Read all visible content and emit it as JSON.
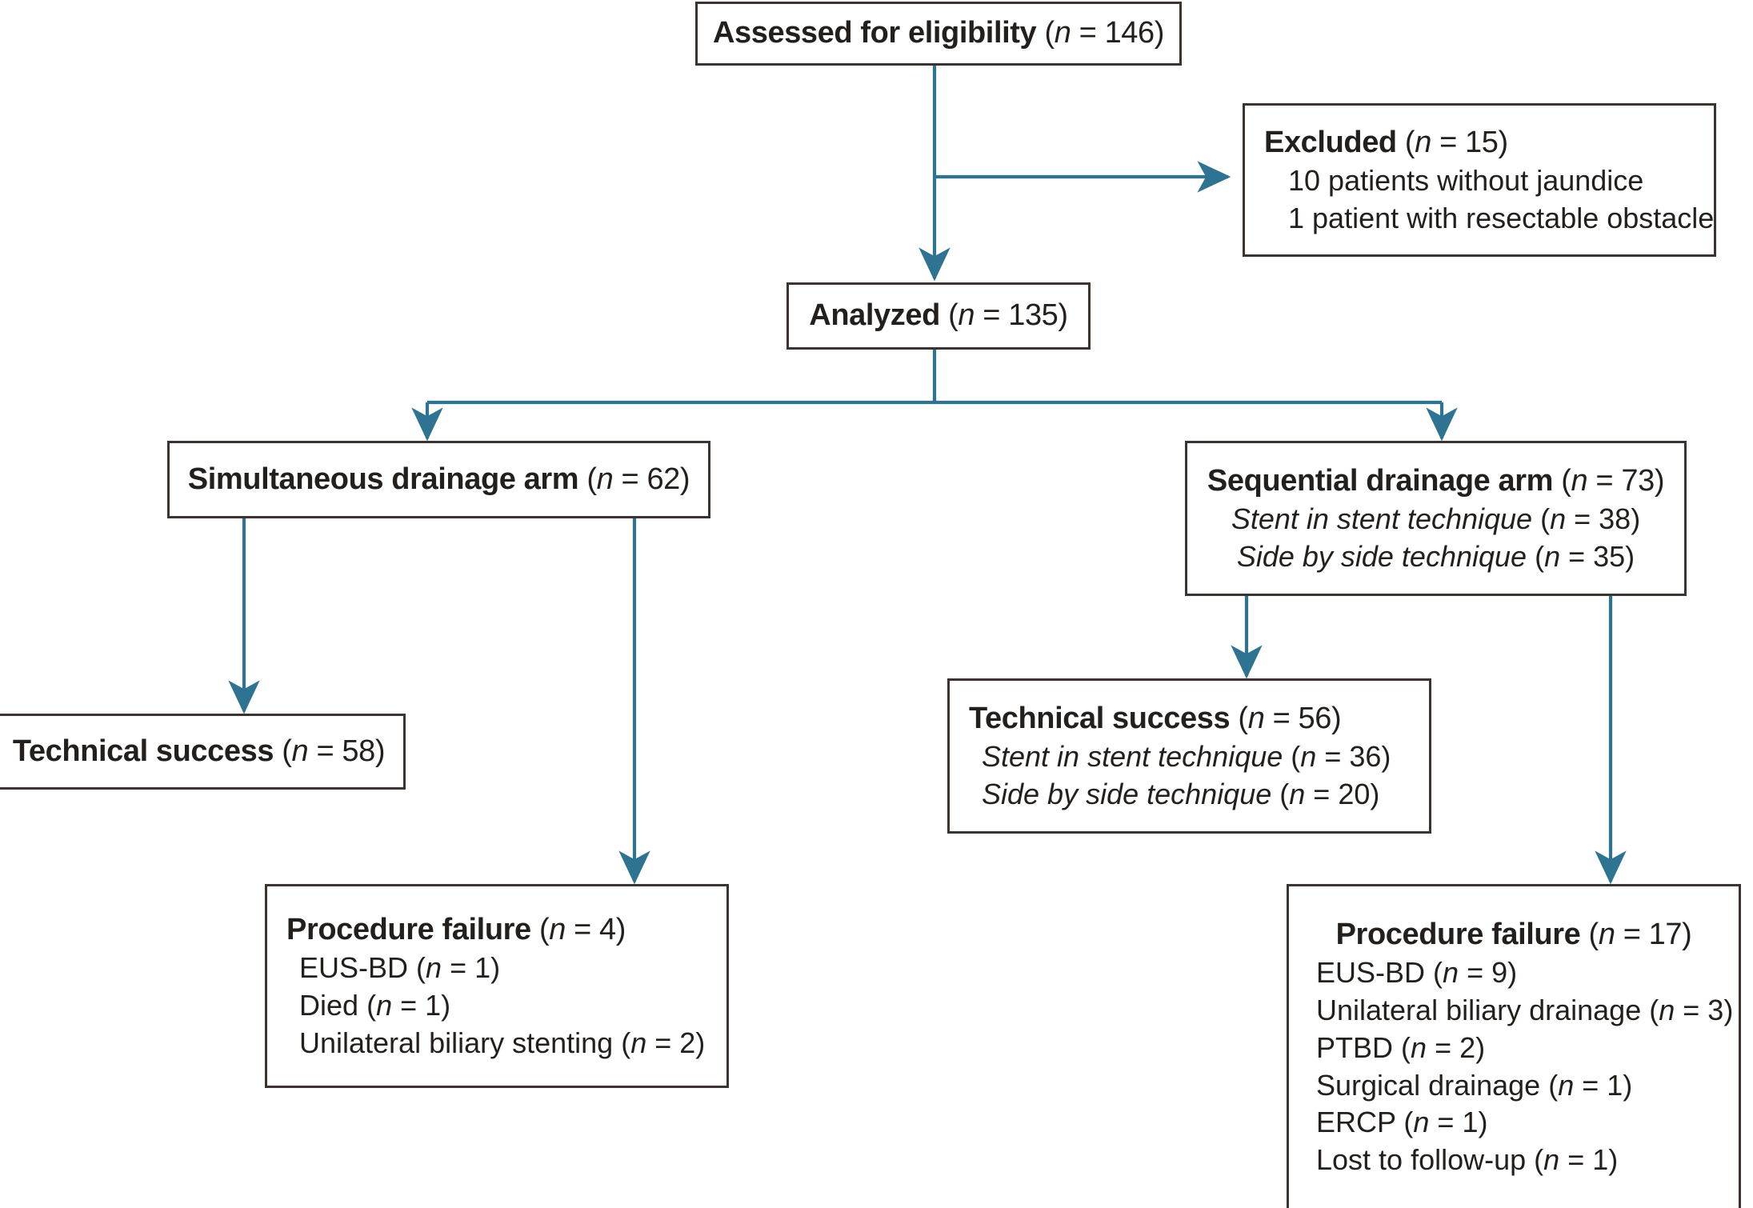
{
  "diagram": {
    "type": "consort-flow-diagram",
    "connector_color": "#2e7391",
    "box_border_color": "#3a3330",
    "text_color": "#231f1c",
    "n_symbol": "n"
  },
  "nodes": {
    "assessed": {
      "title_bold": "Assessed for eligibility",
      "title_n": "(n = 146)"
    },
    "excluded": {
      "title_bold": "Excluded",
      "title_n": "(n = 15)",
      "items": [
        "10 patients without jaundice",
        "1 patient with resectable obstacle"
      ]
    },
    "analyzed": {
      "title_bold": "Analyzed",
      "title_n": "(n = 135)"
    },
    "simultaneous_arm": {
      "title_bold": "Simultaneous drainage arm",
      "title_n": "(n = 62)"
    },
    "sequential_arm": {
      "title_bold": "Sequential drainage arm",
      "title_n": "(n = 73)",
      "items": [
        {
          "label": "Stent in stent technique",
          "n": "(n = 38)"
        },
        {
          "label": "Side by side technique",
          "n": "(n = 35)"
        }
      ]
    },
    "technical_success_left": {
      "title_bold": "Technical success",
      "title_n": "(n = 58)"
    },
    "technical_success_right": {
      "title_bold": "Technical success",
      "title_n": "(n = 56)",
      "items": [
        {
          "label": "Stent in stent technique",
          "n": "(n = 36)"
        },
        {
          "label": "Side by side technique",
          "n": "(n = 20)"
        }
      ]
    },
    "procedure_failure_left": {
      "title_bold": "Procedure failure",
      "title_n": "(n = 4)",
      "items": [
        {
          "label": "EUS-BD",
          "n": "(n = 1)"
        },
        {
          "label": "Died",
          "n": "(n = 1)"
        },
        {
          "label": "Unilateral biliary stenting",
          "n": "(n = 2)"
        }
      ]
    },
    "procedure_failure_right": {
      "title_bold": "Procedure failure",
      "title_n": "(n = 17)",
      "items": [
        {
          "label": "EUS-BD",
          "n": "(n = 9)"
        },
        {
          "label": "Unilateral biliary drainage",
          "n": "(n = 3)"
        },
        {
          "label": "PTBD",
          "n": "(n = 2)"
        },
        {
          "label": "Surgical drainage",
          "n": "(n = 1)"
        },
        {
          "label": "ERCP",
          "n": "(n = 1)"
        },
        {
          "label": "Lost to follow-up",
          "n": "(n = 1)"
        }
      ]
    }
  }
}
